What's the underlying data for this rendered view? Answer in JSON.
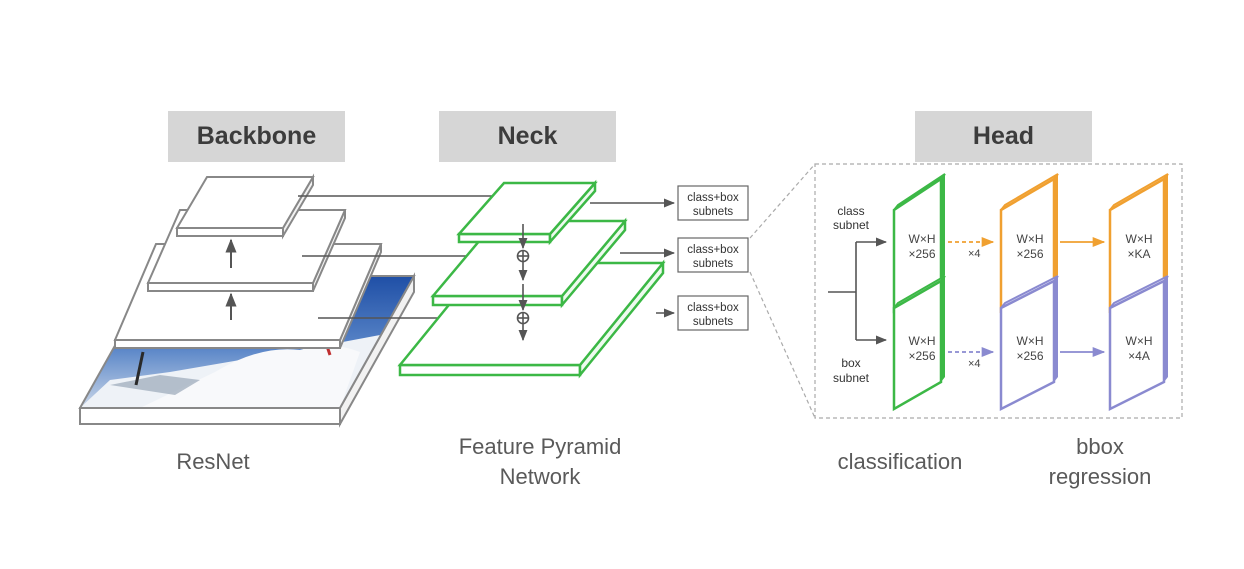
{
  "headers": {
    "backbone": "Backbone",
    "neck": "Neck",
    "head": "Head"
  },
  "captions": {
    "resnet": "ResNet",
    "fpn_line1": "Feature Pyramid",
    "fpn_line2": "Network",
    "classification": "classification",
    "bbox_line1": "bbox",
    "bbox_line2": "regression"
  },
  "subnet_boxes": {
    "line1": "class+box",
    "line2": "subnets"
  },
  "head_detail": {
    "class_subnet_1": "class",
    "class_subnet_2": "subnet",
    "box_subnet_1": "box",
    "box_subnet_2": "subnet",
    "wxh": "W×H",
    "x256": "×256",
    "times4": "×4",
    "xKA": "×KA",
    "x4A": "×4A"
  },
  "colors": {
    "header_bg": "#d6d6d6",
    "fpn_green": "#3cb846",
    "class_orange": "#f0a030",
    "box_purple": "#8a8ad0"
  }
}
